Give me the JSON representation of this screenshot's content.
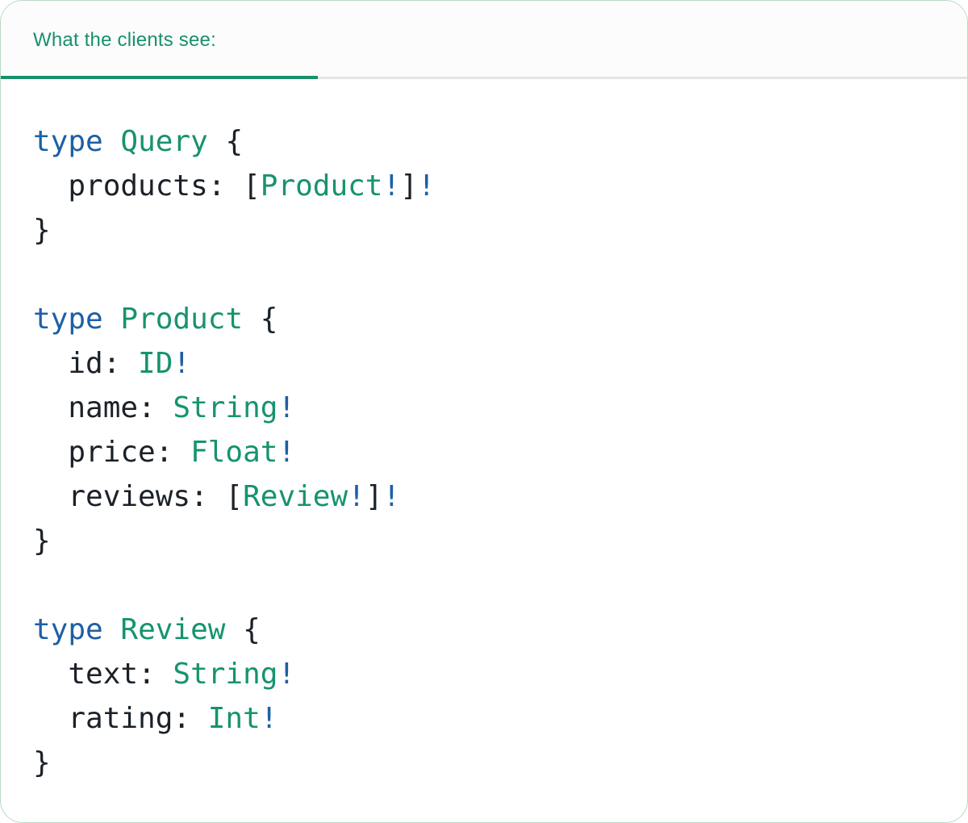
{
  "colors": {
    "keyword_blue": "#1d5fa6",
    "type_green": "#16936f",
    "plain_dark": "#1b2128",
    "tab_green": "#17906c",
    "tab_line_gray": "#e4e4e4",
    "header_bg": "#fcfcfc",
    "card_border": "#b9dac4"
  },
  "tab_bar": {
    "active_tab_label": "What the clients see:"
  },
  "code": {
    "language": "graphql",
    "lines": [
      [
        {
          "t": "type",
          "c": "kw"
        },
        {
          "t": " ",
          "c": "pl"
        },
        {
          "t": "Query",
          "c": "ty"
        },
        {
          "t": " {",
          "c": "pl"
        }
      ],
      [
        {
          "t": "  products: [",
          "c": "pl"
        },
        {
          "t": "Product",
          "c": "ty"
        },
        {
          "t": "!",
          "c": "bang"
        },
        {
          "t": "]",
          "c": "pl"
        },
        {
          "t": "!",
          "c": "bang"
        }
      ],
      [
        {
          "t": "}",
          "c": "pl"
        }
      ],
      [],
      [
        {
          "t": "type",
          "c": "kw"
        },
        {
          "t": " ",
          "c": "pl"
        },
        {
          "t": "Product",
          "c": "ty"
        },
        {
          "t": " {",
          "c": "pl"
        }
      ],
      [
        {
          "t": "  id: ",
          "c": "pl"
        },
        {
          "t": "ID",
          "c": "ty"
        },
        {
          "t": "!",
          "c": "bang"
        }
      ],
      [
        {
          "t": "  name: ",
          "c": "pl"
        },
        {
          "t": "String",
          "c": "ty"
        },
        {
          "t": "!",
          "c": "bang"
        }
      ],
      [
        {
          "t": "  price: ",
          "c": "pl"
        },
        {
          "t": "Float",
          "c": "ty"
        },
        {
          "t": "!",
          "c": "bang"
        }
      ],
      [
        {
          "t": "  reviews: [",
          "c": "pl"
        },
        {
          "t": "Review",
          "c": "ty"
        },
        {
          "t": "!",
          "c": "bang"
        },
        {
          "t": "]",
          "c": "pl"
        },
        {
          "t": "!",
          "c": "bang"
        }
      ],
      [
        {
          "t": "}",
          "c": "pl"
        }
      ],
      [],
      [
        {
          "t": "type",
          "c": "kw"
        },
        {
          "t": " ",
          "c": "pl"
        },
        {
          "t": "Review",
          "c": "ty"
        },
        {
          "t": " {",
          "c": "pl"
        }
      ],
      [
        {
          "t": "  text: ",
          "c": "pl"
        },
        {
          "t": "String",
          "c": "ty"
        },
        {
          "t": "!",
          "c": "bang"
        }
      ],
      [
        {
          "t": "  rating: ",
          "c": "pl"
        },
        {
          "t": "Int",
          "c": "ty"
        },
        {
          "t": "!",
          "c": "bang"
        }
      ],
      [
        {
          "t": "}",
          "c": "pl"
        }
      ]
    ]
  }
}
